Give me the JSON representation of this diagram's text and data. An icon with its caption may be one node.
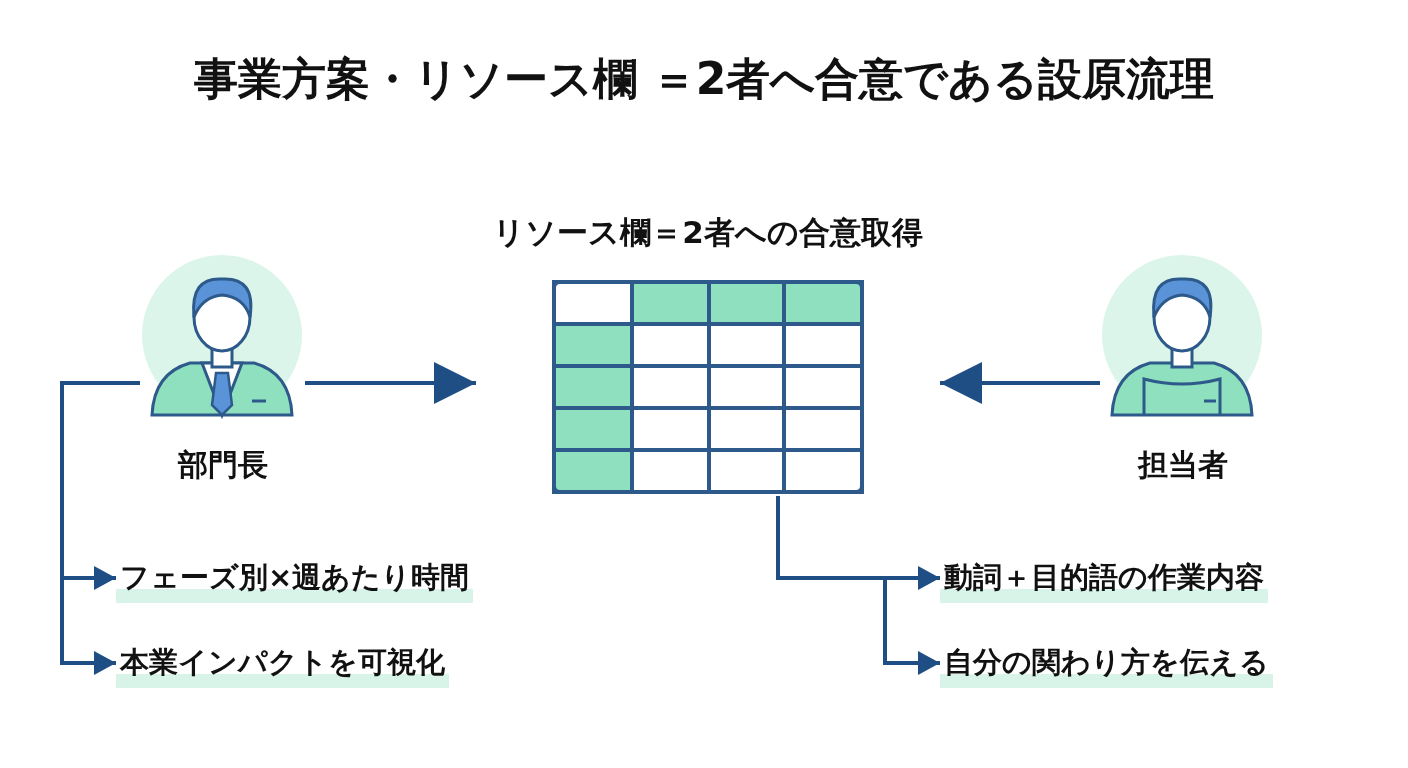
{
  "diagram": {
    "title": "事業方案・リソース欄 ＝2者へ合意である設原流理",
    "nodes": [
      {
        "text": [
          "部門長"
        ]
      },
      {
        "text": [
          "リソース欄＝2者への合意取得"
        ]
      },
      {
        "text": [
          "担当者"
        ]
      },
      {
        "text": [
          "フェーズ別×週あたり時間"
        ]
      },
      {
        "text": [
          "本業インパクトを可視化"
        ]
      },
      {
        "text": [
          "動詞＋目的語の作業内容"
        ]
      },
      {
        "text": [
          "自分の関わり方を伝える"
        ]
      }
    ],
    "edges": [
      {
        "from": 0,
        "to": 1,
        "arrow": "to"
      },
      {
        "from": 2,
        "to": 1,
        "arrow": "to"
      },
      {
        "from": 0,
        "to": 3,
        "arrow": "to"
      },
      {
        "from": 0,
        "to": 4,
        "arrow": "to"
      },
      {
        "from": 1,
        "to": 5,
        "arrow": "to"
      },
      {
        "from": 1,
        "to": 6,
        "arrow": "to"
      }
    ]
  }
}
